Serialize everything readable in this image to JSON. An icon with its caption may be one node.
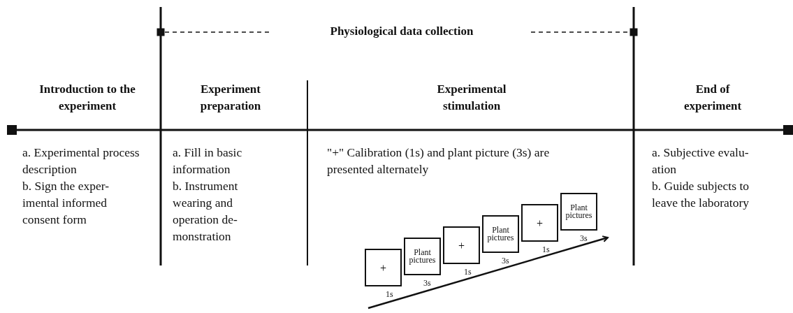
{
  "diagram": {
    "nodes": [
      {
        "text": [
          "+"
        ],
        "beside": [
          "1s"
        ]
      },
      {
        "text": [
          "Plant pictures"
        ],
        "beside": [
          "3s"
        ]
      },
      {
        "text": [
          "+"
        ],
        "beside": [
          "1s"
        ]
      },
      {
        "text": [
          "Plant pictures"
        ],
        "beside": [
          "3s"
        ]
      },
      {
        "text": [
          "+"
        ],
        "beside": [
          "1s"
        ]
      },
      {
        "text": [
          "Plant pictures"
        ],
        "beside": [
          "3s"
        ]
      }
    ],
    "edges": [],
    "labels": [
      "Physiological data collection",
      "Introduction to the experiment",
      "Experiment preparation",
      "Experimental stimulation",
      "End of experiment",
      "a. Experimental process description",
      "b. Sign the exper- imental informed consent form",
      "a. Fill in basic information",
      "b. Instrument wearing and operation de- monstration",
      "\"+\" Calibration (1s) and plant picture (3s) are presented alternately",
      "a. Subjective evalu- ation",
      "b. Guide subjects to leave the laboratory"
    ]
  }
}
